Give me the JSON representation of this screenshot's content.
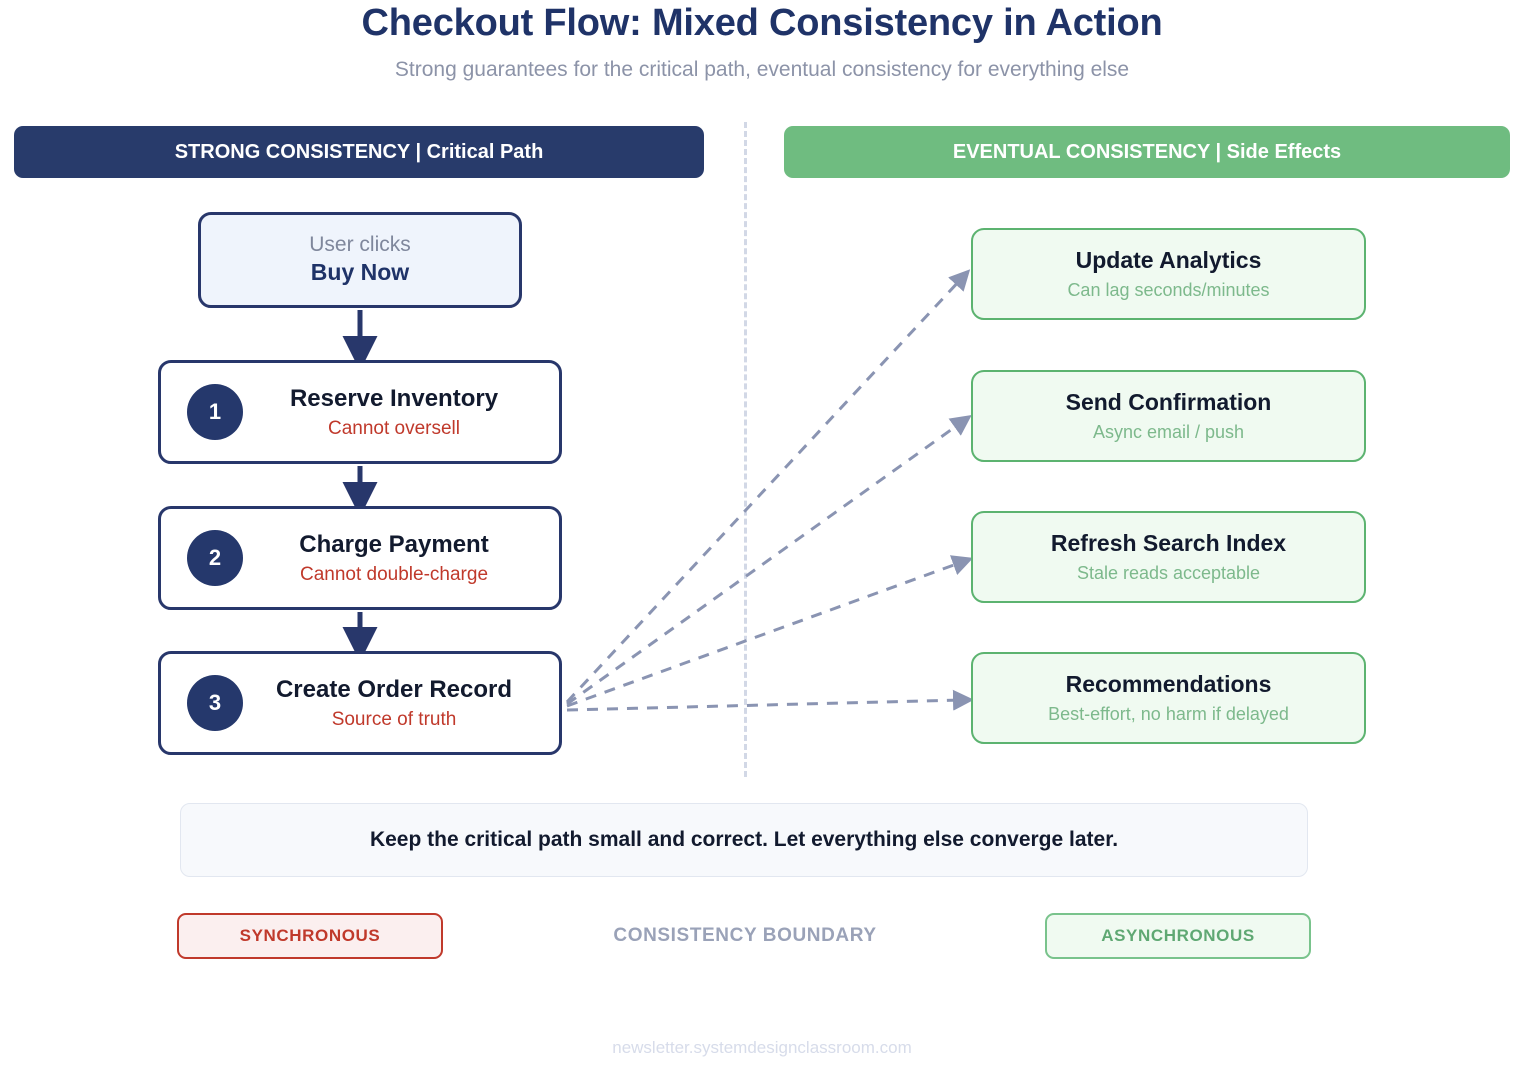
{
  "header": {
    "title": "Checkout Flow: Mixed Consistency in Action",
    "subtitle": "Strong guarantees for the critical path, eventual consistency for everything else"
  },
  "columns": {
    "left_header": "STRONG CONSISTENCY | Critical Path",
    "right_header": "EVENTUAL CONSISTENCY | Side Effects"
  },
  "entry": {
    "sub": "User clicks",
    "main": "Buy Now"
  },
  "steps": [
    {
      "number": "1",
      "title": "Reserve Inventory",
      "note": "Cannot oversell"
    },
    {
      "number": "2",
      "title": "Charge Payment",
      "note": "Cannot double-charge"
    },
    {
      "number": "3",
      "title": "Create Order Record",
      "note": "Source of truth"
    }
  ],
  "async_effects": [
    {
      "title": "Update Analytics",
      "note": "Can lag seconds/minutes"
    },
    {
      "title": "Send Confirmation",
      "note": "Async email / push"
    },
    {
      "title": "Refresh Search Index",
      "note": "Stale reads acceptable"
    },
    {
      "title": "Recommendations",
      "note": "Best-effort, no harm if delayed"
    }
  ],
  "callout": "Keep the critical path small and correct. Let everything else converge later.",
  "legend": {
    "sync": "SYNCHRONOUS",
    "boundary": "CONSISTENCY BOUNDARY",
    "async": "ASYNCHRONOUS"
  },
  "footer": {
    "url": "newsletter.systemdesignclassroom.com"
  },
  "colors": {
    "navy": "#283B6B",
    "green": "#6FBC80",
    "red": "#C0392B",
    "arrow_gray": "#8A94B2",
    "entry_fill": "#EFF4FC",
    "async_fill": "#F0FAF1"
  }
}
